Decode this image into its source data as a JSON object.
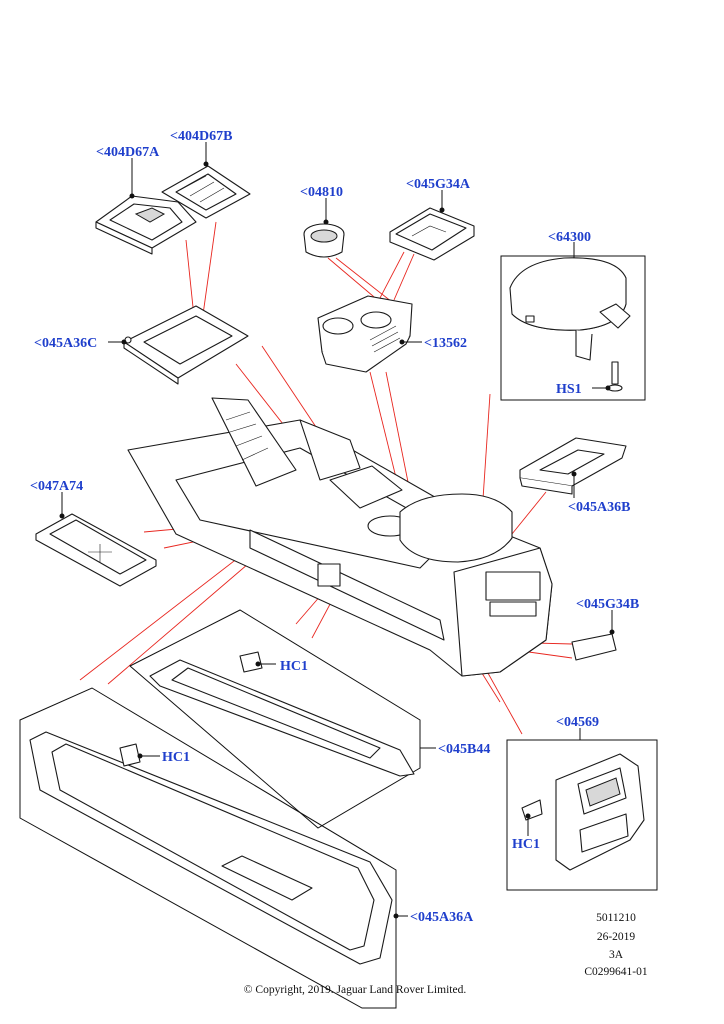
{
  "labels": {
    "p404D67A": "<404D67A",
    "p404D67B": "<404D67B",
    "p04810": "<04810",
    "p045G34A": "<045G34A",
    "p64300": "<64300",
    "p045A36C": "<045A36C",
    "p13562": "<13562",
    "pHS1": "HS1",
    "p047A74": "<047A74",
    "p045A36B": "<045A36B",
    "p045G34B": "<045G34B",
    "hc1_upper": "HC1",
    "hc1_lower": "HC1",
    "hc1_right": "HC1",
    "p045B44": "<045B44",
    "p04569": "<04569",
    "p045A36A": "<045A36A"
  },
  "meta": {
    "ref1": "5011210",
    "date": "26-2019",
    "rev": "3A",
    "code": "C0299641-01"
  },
  "copyright": "© Copyright, 2019. Jaguar Land Rover Limited.",
  "colors": {
    "label_text": "#1f3fcc",
    "callout_lines": "#e8261f",
    "line_art": "#1a1a1a"
  }
}
